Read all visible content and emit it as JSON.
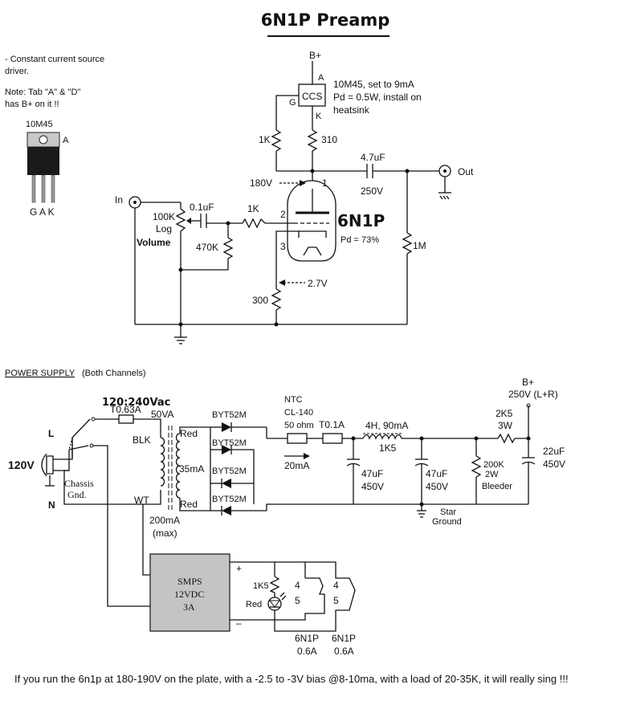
{
  "title": "6N1P Preamp",
  "notes": {
    "ccs_line1": "- Constant current source",
    "ccs_line2": "driver.",
    "tab_line1": "Note: Tab \"A\" & \"D\"",
    "tab_line2": "has B+ on it !!",
    "part": "10M45",
    "tab_label": "A",
    "pin_labels": "G A K"
  },
  "preamp": {
    "bplus": "B+",
    "ccs": "CCS",
    "pin_a": "A",
    "pin_g": "G",
    "pin_k": "K",
    "ccs_note1": "10M45, set to 9mA",
    "ccs_note2": "Pd = 0.5W, install on",
    "ccs_note3": "heatsink",
    "r_gate": "1K",
    "r_310": "310",
    "plate_v": "180V",
    "pin1": "1",
    "pin2": "2",
    "pin3": "3",
    "cap_out": "4.7uF",
    "cap_out_v": "250V",
    "out": "Out",
    "input": "In",
    "pot1": "100K",
    "pot2": "Log",
    "volume": "Volume",
    "cap_in": "0.1uF",
    "r_grid": "1K",
    "r_470k": "470K",
    "tube": "6N1P",
    "pd": "Pd = 73%",
    "r_1m": "1M",
    "cathode_v": "2.7V",
    "r_300": "300"
  },
  "psu": {
    "heading": "POWER SUPPLY",
    "heading_sub": "(Both Channels)",
    "xfmr_v": "120:240Vac",
    "xfmr_va": "50VA",
    "fuse": "T0.63A",
    "blk": "BLK",
    "red_top": "Red",
    "red_bot": "Red",
    "wt": "WT",
    "ma35": "35mA",
    "ma200": "200mA",
    "max": "(max)",
    "diode1": "BYT52M",
    "diode2": "BYT52M",
    "diode3": "BYT52M",
    "diode4": "BYT52M",
    "l": "L",
    "n": "N",
    "mains": "120V",
    "chassis1": "Chassis",
    "chassis2": "Gnd.",
    "ntc1": "NTC",
    "ntc2": "CL-140",
    "ntc3": "50 ohm",
    "fuse2": "T0.1A",
    "ma20": "20mA",
    "choke": "4H, 90mA",
    "choke_r": "1K5",
    "c1": "47uF",
    "c1v": "450V",
    "c2": "47uF",
    "c2v": "450V",
    "star1": "Star",
    "star2": "Ground",
    "bleeder1": "200K",
    "bleeder2": "2W",
    "bleeder3": "Bleeder",
    "r2k5": "2K5",
    "r3w": "3W",
    "bplus": "B+",
    "bplus_v": "250V (L+R)",
    "c3": "22uF",
    "c3v": "450V"
  },
  "heater": {
    "smps1": "SMPS",
    "smps2": "12VDC",
    "smps3": "3A",
    "plus": "+",
    "minus": "–",
    "r1k5": "1K5",
    "red": "Red",
    "p4a": "4",
    "p5a": "5",
    "p4b": "4",
    "p5b": "5",
    "tube1": "6N1P",
    "tube1a": "0.6A",
    "tube2": "6N1P",
    "tube2a": "0.6A"
  },
  "footer": "If you run the 6n1p at 180-190V on the plate, with a -2.5 to -3V bias @8-10ma, with a load of 20-35K, it will really sing !!!"
}
